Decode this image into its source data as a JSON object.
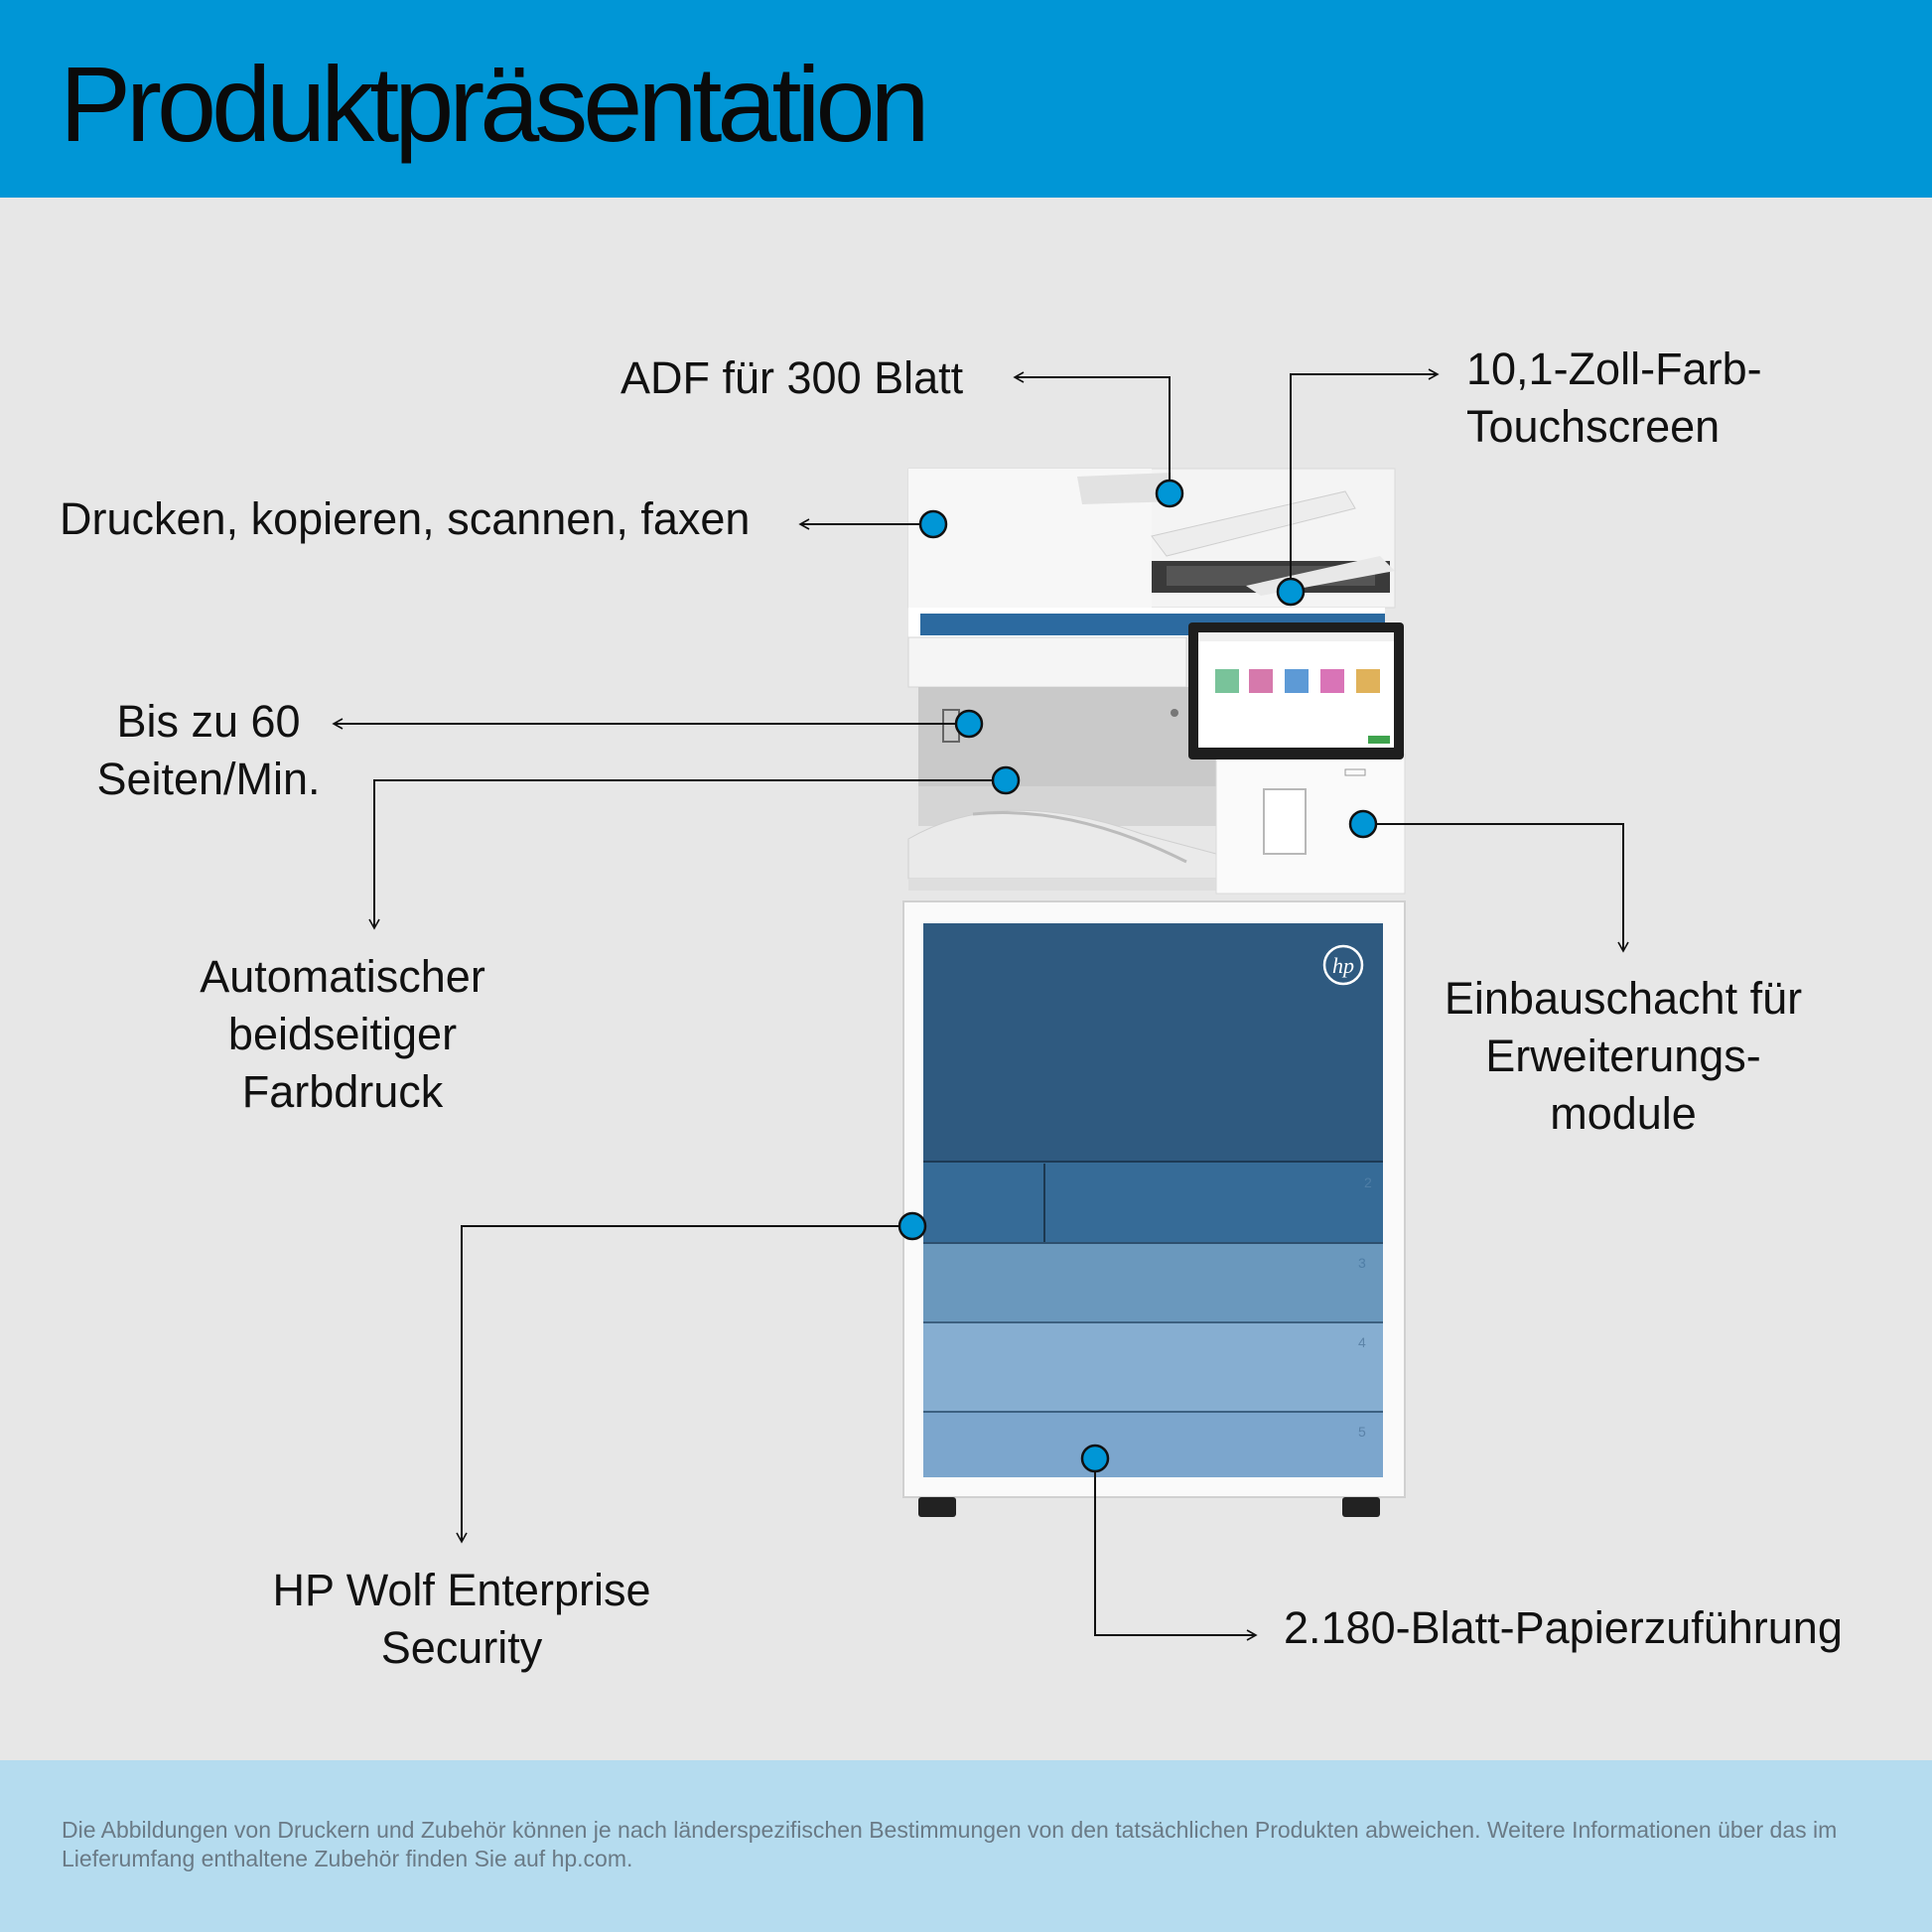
{
  "header": {
    "title": "Produktpräsentation"
  },
  "features": {
    "adf": "ADF für 300 Blatt",
    "touchscreen_l1": "10,1-Zoll-Farb-",
    "touchscreen_l2": "Touchscreen",
    "functions": "Drucken, kopieren, scannen, faxen",
    "speed_l1": "Bis zu 60",
    "speed_l2": "Seiten/Min.",
    "duplex_l1": "Automatischer",
    "duplex_l2": "beidseitiger",
    "duplex_l3": "Farbdruck",
    "expansion_l1": "Einbauschacht für",
    "expansion_l2": "Erweiterungs-",
    "expansion_l3": "module",
    "security_l1": "HP Wolf Enterprise",
    "security_l2": "Security",
    "paper": "2.180-Blatt-Papierzuführung"
  },
  "printer": {
    "logo": "hp",
    "tray_numbers": [
      "2",
      "3",
      "4",
      "5"
    ]
  },
  "footer": {
    "disclaimer": "Die Abbildungen von Druckern und Zubehör können je nach länderspezifischen Bestimmungen von den tatsächlichen Produkten abweichen. Weitere Informationen über das im Lieferumfang enthaltene Zubehör finden Sie auf hp.com."
  },
  "colors": {
    "header": "#0096d6",
    "marker": "#0096d6",
    "footer": "#b5dcef",
    "tray_dark": "#2f5a80"
  }
}
